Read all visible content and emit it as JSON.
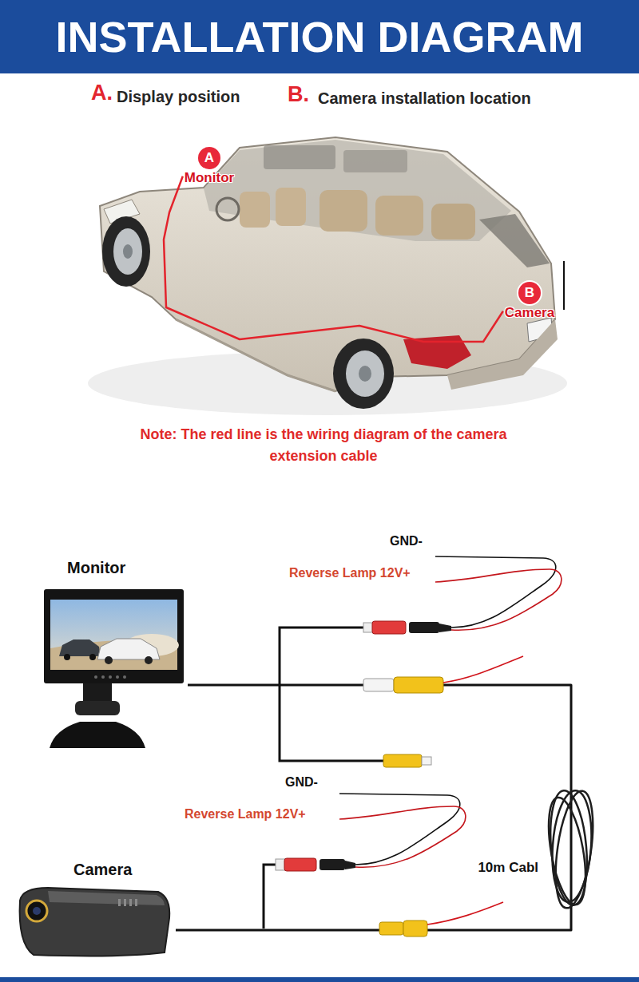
{
  "diagram": {
    "title": "INSTALLATION DIAGRAM",
    "nodes": [
      {
        "text": [
          "A",
          "Monitor"
        ]
      },
      {
        "text": [
          "B",
          "Camera"
        ]
      },
      {
        "text": [
          "Monitor"
        ]
      },
      {
        "text": [
          "Camera"
        ]
      }
    ],
    "edges": [
      {
        "from": 0,
        "to": 1,
        "arrow": "none"
      },
      {
        "from": 2,
        "to": 3,
        "arrow": "none",
        "label": "10m Cabl"
      }
    ],
    "labels": [
      "A.",
      "Display position",
      "B.",
      "Camera installation location",
      "Note: The red line is the wiring diagram of the camera extension cable",
      "GND-",
      "Reverse Lamp 12V+",
      "GND-",
      "Reverse Lamp 12V+"
    ]
  }
}
